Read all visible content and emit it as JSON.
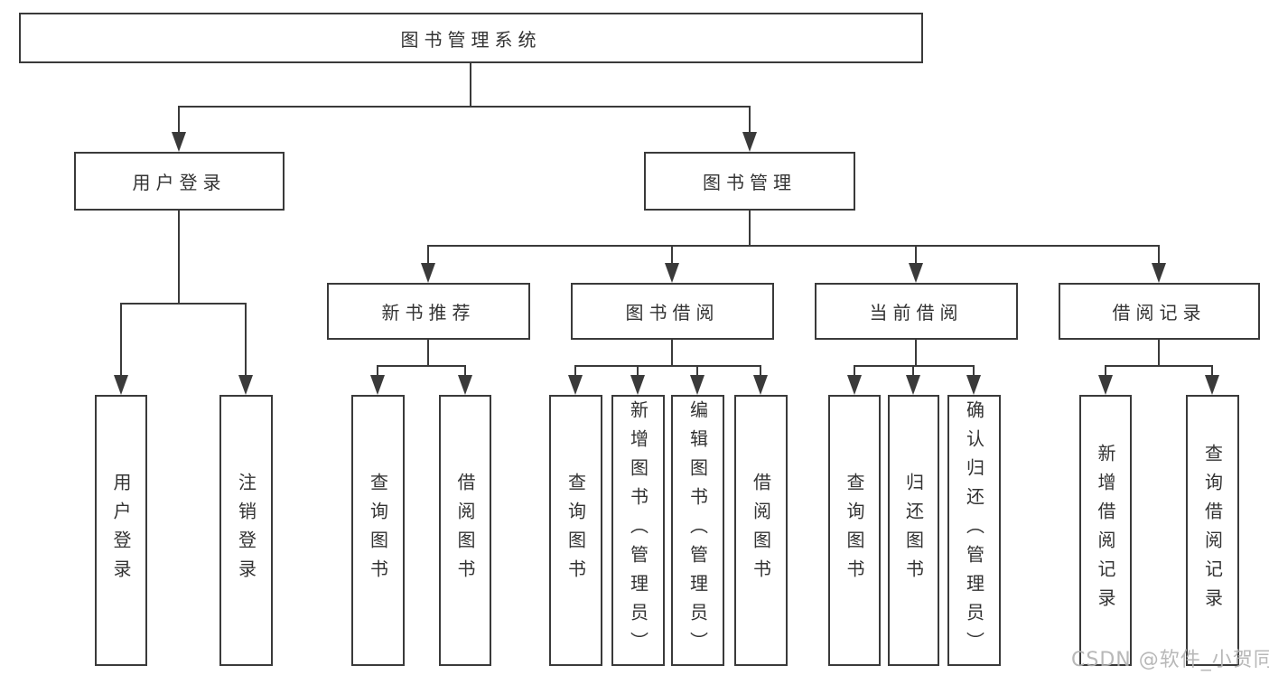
{
  "diagram": {
    "root": "图书管理系统",
    "user_branch": {
      "label": "用户登录",
      "children": [
        "用户登录",
        "注销登录"
      ]
    },
    "book_branch": {
      "label": "图书管理",
      "groups": [
        {
          "label": "新书推荐",
          "children": [
            "查询图书",
            "借阅图书"
          ]
        },
        {
          "label": "图书借阅",
          "children": [
            "查询图书",
            "新增图书（管理员）",
            "编辑图书（管理员）",
            "借阅图书"
          ]
        },
        {
          "label": "当前借阅",
          "children": [
            "查询图书",
            "归还图书",
            "确认归还（管理员）"
          ]
        },
        {
          "label": "借阅记录",
          "children": [
            "新增借阅记录",
            "查询借阅记录"
          ]
        }
      ]
    }
  },
  "watermark": "CSDN @软件_小贺同学",
  "colors": {
    "line": "#3a3a3a",
    "text": "#333333",
    "watermark": "#b2b2b2",
    "background": "#ffffff"
  }
}
